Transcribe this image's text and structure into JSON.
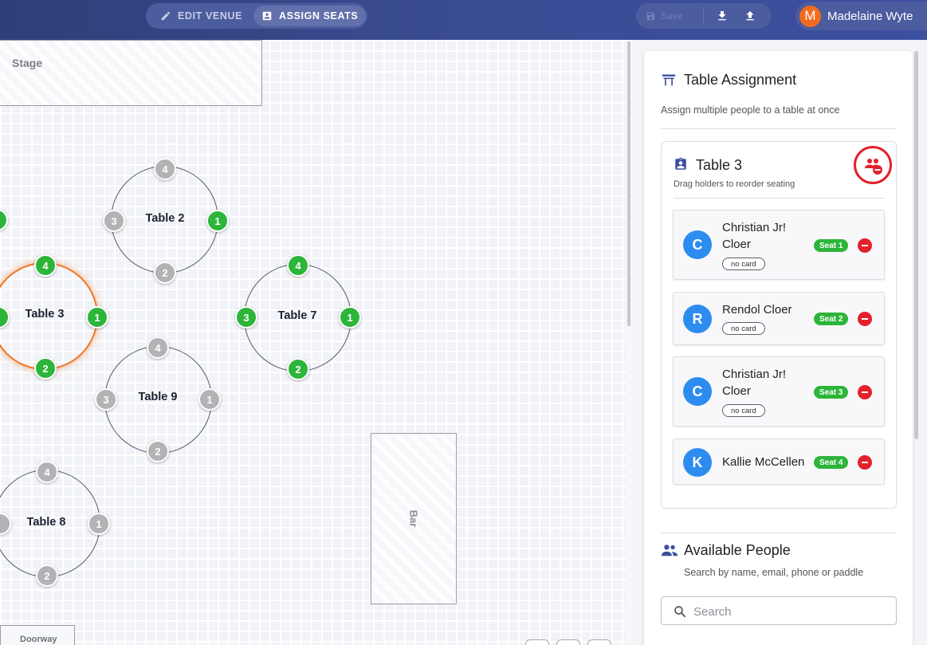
{
  "toolbar": {
    "edit_venue_label": "EDIT VENUE",
    "assign_seats_label": "ASSIGN SEATS",
    "save_label": "Save",
    "download_icon": "download-icon",
    "upload_icon": "upload-icon"
  },
  "user": {
    "initial": "M",
    "name": "Madelaine Wyte",
    "avatar_color": "#f26b1d"
  },
  "venue": {
    "stage_label": "Stage",
    "bar_label": "Bar",
    "doorway_label": "Doorway",
    "tables": [
      {
        "name": "Table 2",
        "selected": false,
        "seats": [
          {
            "n": "1",
            "filled": true
          },
          {
            "n": "2",
            "filled": false
          },
          {
            "n": "3",
            "filled": false
          },
          {
            "n": "4",
            "filled": false
          }
        ]
      },
      {
        "name": "Table 3",
        "selected": true,
        "seats": [
          {
            "n": "1",
            "filled": true
          },
          {
            "n": "2",
            "filled": true
          },
          {
            "n": "4",
            "filled": true
          }
        ]
      },
      {
        "name": "Table 7",
        "selected": false,
        "seats": [
          {
            "n": "1",
            "filled": true
          },
          {
            "n": "2",
            "filled": true
          },
          {
            "n": "3",
            "filled": true
          },
          {
            "n": "4",
            "filled": true
          }
        ]
      },
      {
        "name": "Table 9",
        "selected": false,
        "seats": [
          {
            "n": "1",
            "filled": false
          },
          {
            "n": "2",
            "filled": false
          },
          {
            "n": "3",
            "filled": false
          },
          {
            "n": "4",
            "filled": false
          }
        ]
      },
      {
        "name": "Table 8",
        "selected": false,
        "seats": [
          {
            "n": "1",
            "filled": false
          },
          {
            "n": "2",
            "filled": false
          },
          {
            "n": "4",
            "filled": false
          }
        ]
      }
    ],
    "partial_seat_labels": {
      "edge_top": "",
      "edge_mid": "",
      "edge_bottom": ""
    }
  },
  "panel": {
    "title": "Table Assignment",
    "subtitle": "Assign multiple people to a table at once",
    "table_card": {
      "title": "Table 3",
      "hint": "Drag holders to reorder seating",
      "people": [
        {
          "initial": "C",
          "name": "Christian Jr! Cloer",
          "card": "no card",
          "seat": "Seat 1"
        },
        {
          "initial": "R",
          "name": "Rendol Cloer",
          "card": "no card",
          "seat": "Seat 2"
        },
        {
          "initial": "C",
          "name": "Christian Jr! Cloer",
          "card": "no card",
          "seat": "Seat 3"
        },
        {
          "initial": "K",
          "name": "Kallie McCellen",
          "card": "",
          "seat": "Seat 4"
        }
      ]
    },
    "available": {
      "title": "Available People",
      "subtitle": "Search by name, email, phone or paddle",
      "search_placeholder": "Search"
    }
  },
  "colors": {
    "topbar": "#3a4c92",
    "seat_filled": "#2db53a",
    "seat_empty": "#b3b3b6",
    "selected_table": "#f07524",
    "remove": "#e3202b",
    "avatar": "#2d8cf0"
  }
}
